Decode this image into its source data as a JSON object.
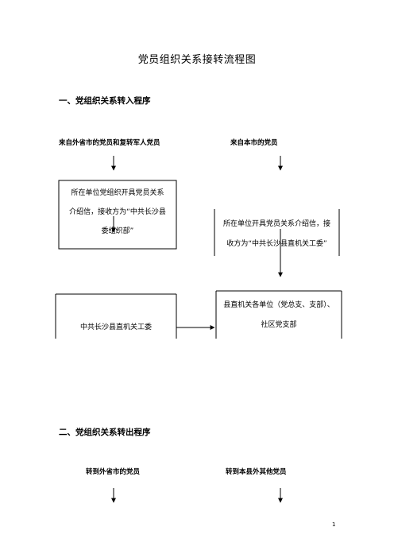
{
  "title": "党员组织关系接转流程图",
  "section1": "一、党组织关系转入程序",
  "section2": "二、党组织关系转出程序",
  "in_flow": {
    "left_source": "来自外省市的党员和复转军人党员",
    "right_source": "来自本市的党员",
    "box_left": [
      "所在单位党组织开具党员关系",
      "介绍信，接收方为“中共长沙县",
      "委组织部”"
    ],
    "box_right": [
      "所在单位开具党员关系介绍信，接",
      "收方为“中共长沙县直机关工委”"
    ],
    "box_org": "中共长沙县直机关工委",
    "box_branch": [
      "县直机关各单位（党总支、支部）、",
      "社区党支部"
    ]
  },
  "out_flow": {
    "left": "转到外省市的党员",
    "right": "转到本县外其他党员"
  },
  "page_number": "1"
}
